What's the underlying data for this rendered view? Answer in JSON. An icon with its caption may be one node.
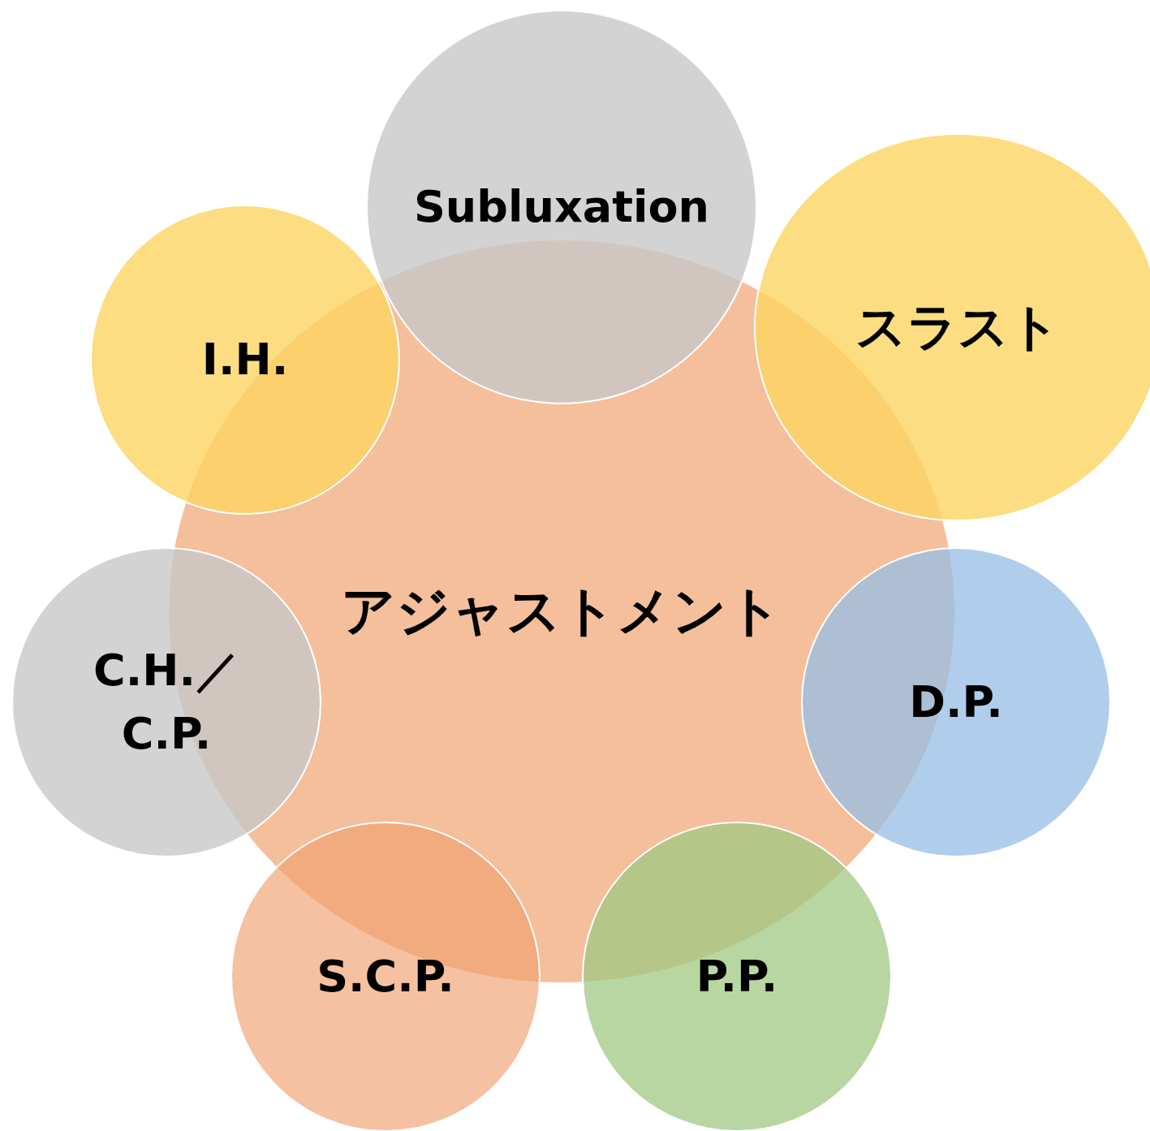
{
  "diagram": {
    "nodes": [
      {
        "text": [
          "アジャストメント"
        ]
      },
      {
        "text": [
          "Subluxation"
        ]
      },
      {
        "text": [
          "I.H."
        ]
      },
      {
        "text": [
          "スラスト"
        ]
      },
      {
        "text": [
          "C.H.／ C.P."
        ]
      },
      {
        "text": [
          "D.P."
        ]
      },
      {
        "text": [
          "S.C.P."
        ]
      },
      {
        "text": [
          "P.P."
        ]
      }
    ]
  }
}
